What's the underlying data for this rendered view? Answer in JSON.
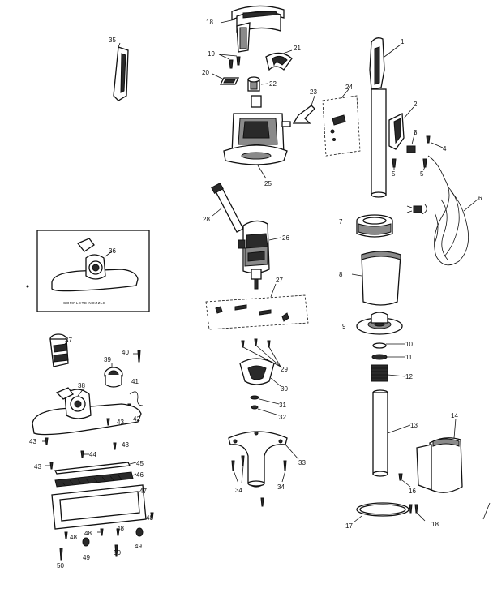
{
  "diagram": {
    "box_caption": "COMPLETE NOZZLE",
    "callouts": [
      {
        "id": "c1",
        "text": "1"
      },
      {
        "id": "c2",
        "text": "2"
      },
      {
        "id": "c3",
        "text": "3"
      },
      {
        "id": "c4",
        "text": "4"
      },
      {
        "id": "c5a",
        "text": "5"
      },
      {
        "id": "c5b",
        "text": "5"
      },
      {
        "id": "c6",
        "text": "6"
      },
      {
        "id": "c7",
        "text": "7"
      },
      {
        "id": "c8",
        "text": "8"
      },
      {
        "id": "c9",
        "text": "9"
      },
      {
        "id": "c10",
        "text": "10"
      },
      {
        "id": "c11",
        "text": "11"
      },
      {
        "id": "c12",
        "text": "12"
      },
      {
        "id": "c13",
        "text": "13"
      },
      {
        "id": "c14",
        "text": "14"
      },
      {
        "id": "c16",
        "text": "16"
      },
      {
        "id": "c17",
        "text": "17"
      },
      {
        "id": "c18a",
        "text": "18"
      },
      {
        "id": "c18b",
        "text": "18"
      },
      {
        "id": "c19",
        "text": "19"
      },
      {
        "id": "c20",
        "text": "20"
      },
      {
        "id": "c21",
        "text": "21"
      },
      {
        "id": "c22",
        "text": "22"
      },
      {
        "id": "c23",
        "text": "23"
      },
      {
        "id": "c24",
        "text": "24"
      },
      {
        "id": "c25",
        "text": "25"
      },
      {
        "id": "c26",
        "text": "26"
      },
      {
        "id": "c27",
        "text": "27"
      },
      {
        "id": "c28",
        "text": "28"
      },
      {
        "id": "c29",
        "text": "29"
      },
      {
        "id": "c30",
        "text": "30"
      },
      {
        "id": "c31",
        "text": "31"
      },
      {
        "id": "c32",
        "text": "32"
      },
      {
        "id": "c33",
        "text": "33"
      },
      {
        "id": "c34a",
        "text": "34"
      },
      {
        "id": "c34b",
        "text": "34"
      },
      {
        "id": "c35",
        "text": "35"
      },
      {
        "id": "c36",
        "text": "36"
      },
      {
        "id": "c37",
        "text": "37"
      },
      {
        "id": "c38",
        "text": "38"
      },
      {
        "id": "c39",
        "text": "39"
      },
      {
        "id": "c40",
        "text": "40"
      },
      {
        "id": "c41",
        "text": "41"
      },
      {
        "id": "c42",
        "text": "42"
      },
      {
        "id": "c43a",
        "text": "43"
      },
      {
        "id": "c43b",
        "text": "43"
      },
      {
        "id": "c43c",
        "text": "43"
      },
      {
        "id": "c43d",
        "text": "43"
      },
      {
        "id": "c44",
        "text": "44"
      },
      {
        "id": "c45",
        "text": "45"
      },
      {
        "id": "c46",
        "text": "46"
      },
      {
        "id": "c47",
        "text": "47"
      },
      {
        "id": "c48a",
        "text": "48"
      },
      {
        "id": "c48b",
        "text": "48"
      },
      {
        "id": "c48c",
        "text": "48"
      },
      {
        "id": "c48d",
        "text": "48"
      },
      {
        "id": "c49a",
        "text": "49"
      },
      {
        "id": "c49b",
        "text": "49"
      },
      {
        "id": "c50a",
        "text": "50"
      },
      {
        "id": "c50b",
        "text": "50"
      }
    ]
  }
}
